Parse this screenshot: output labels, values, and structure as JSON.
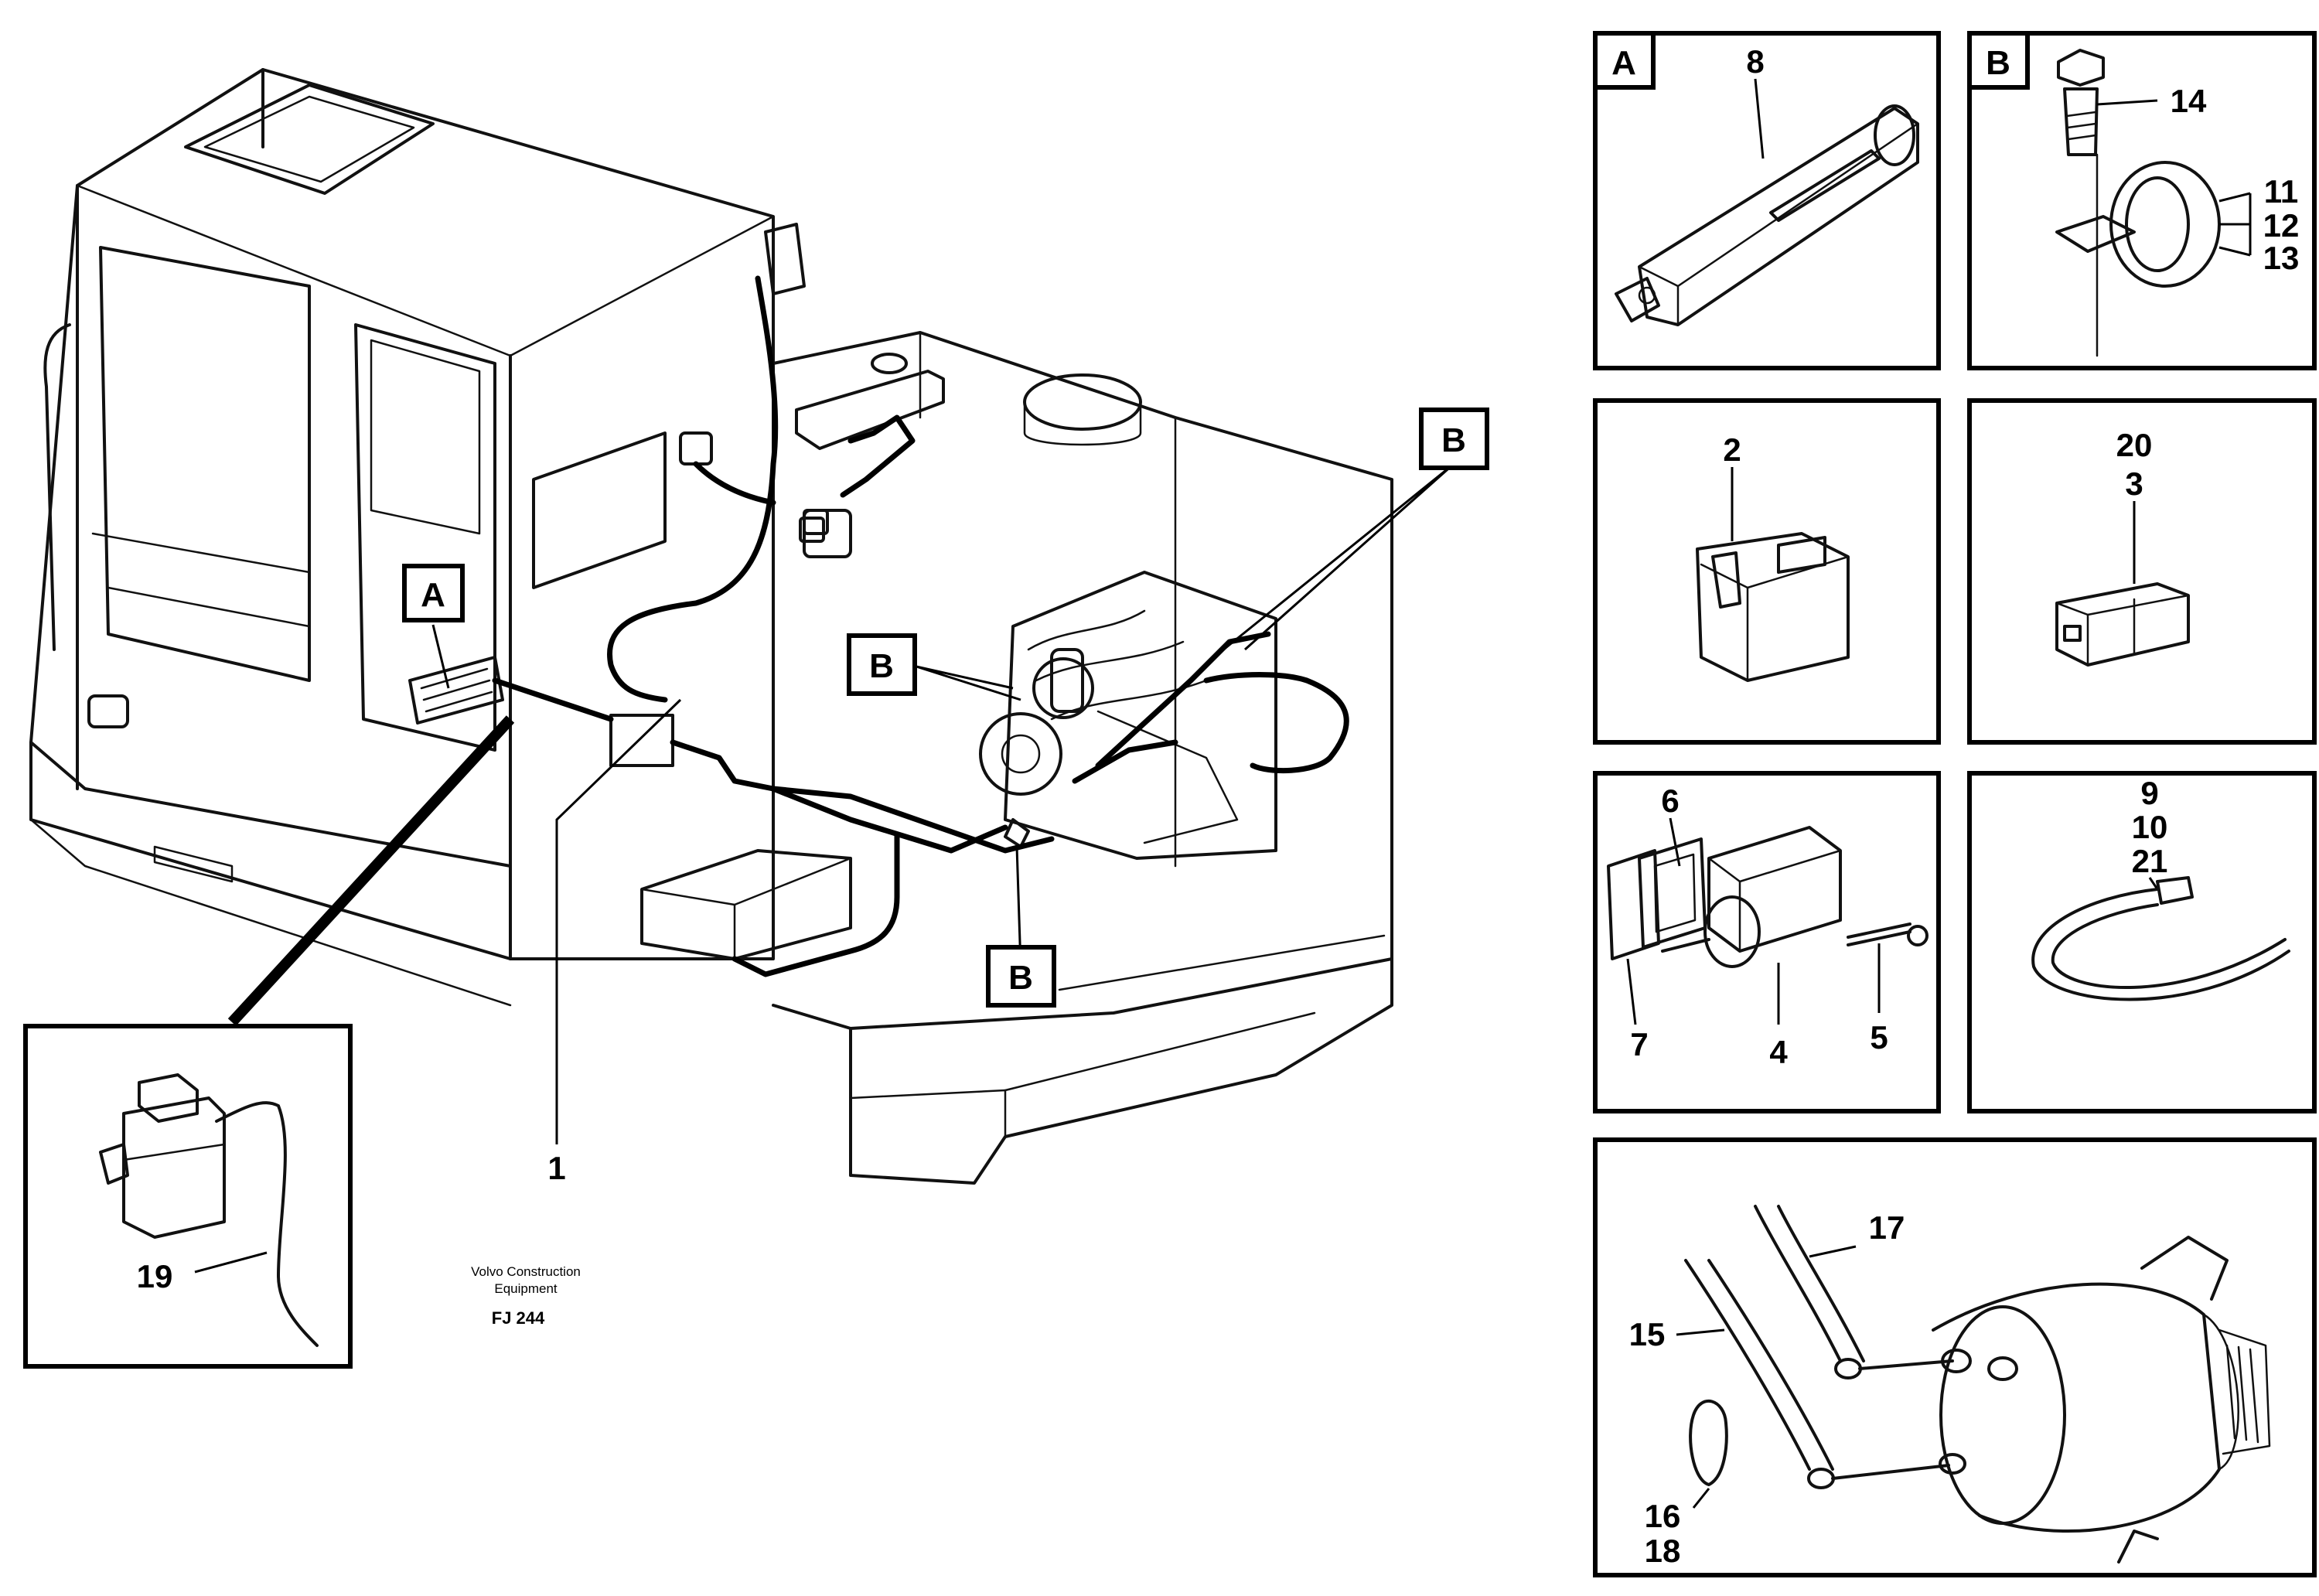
{
  "overview": {
    "cab_callouts": {
      "a": "A",
      "b_engine_left": "B",
      "b_engine_right": "B",
      "b_lower": "B"
    },
    "part_numbers": {
      "harness": "1",
      "reservoir": "19"
    },
    "caption_line1": "Volvo Construction",
    "caption_line2": "Equipment",
    "figure_code": "FJ 244"
  },
  "detail_a": {
    "letter": "A",
    "item": "8"
  },
  "detail_b": {
    "letter": "B",
    "bolt": "14",
    "grommet_1": "11",
    "grommet_2": "12",
    "grommet_3": "13"
  },
  "detail_relay": {
    "item": "2"
  },
  "detail_connector": {
    "item_1": "20",
    "item_2": "3"
  },
  "detail_switch": {
    "item_6": "6",
    "item_7": "7",
    "item_4": "4",
    "item_5": "5"
  },
  "detail_tie": {
    "item_1": "9",
    "item_2": "10",
    "item_3": "21"
  },
  "detail_alternator": {
    "item_17": "17",
    "item_15": "15",
    "item_16": "16",
    "item_18": "18"
  }
}
